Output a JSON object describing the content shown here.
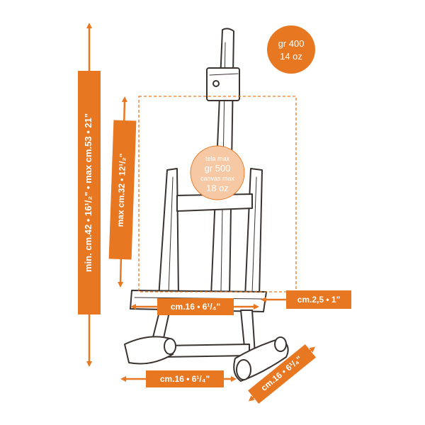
{
  "colors": {
    "accent": "#e87722",
    "sketch": "#3a3330",
    "badge_light": "#f6c9a4",
    "background": "#ffffff"
  },
  "weights": {
    "easel_gr": "gr 400",
    "easel_oz": "14 oz",
    "canvas_line1": "tela max",
    "canvas_line2": "gr 500",
    "canvas_line3": "canvas max",
    "canvas_line4": "18 oz"
  },
  "dimensions": {
    "overall_height": "min. cm.42 • 16¹/₂\" • max cm.53 • 21\"",
    "canvas_height": "max cm.32 • 12¹/₂\"",
    "shelf_depth": "cm.2,5 • 1\"",
    "shelf_width": "cm.16 • 6¹/₄\"",
    "base_width": "cm.16 • 6¹/₄\"",
    "base_depth": "cm.16 • 6¹/₄\""
  },
  "icons": [
    "easel-illustration",
    "dimension-arrow",
    "weight-badge"
  ]
}
